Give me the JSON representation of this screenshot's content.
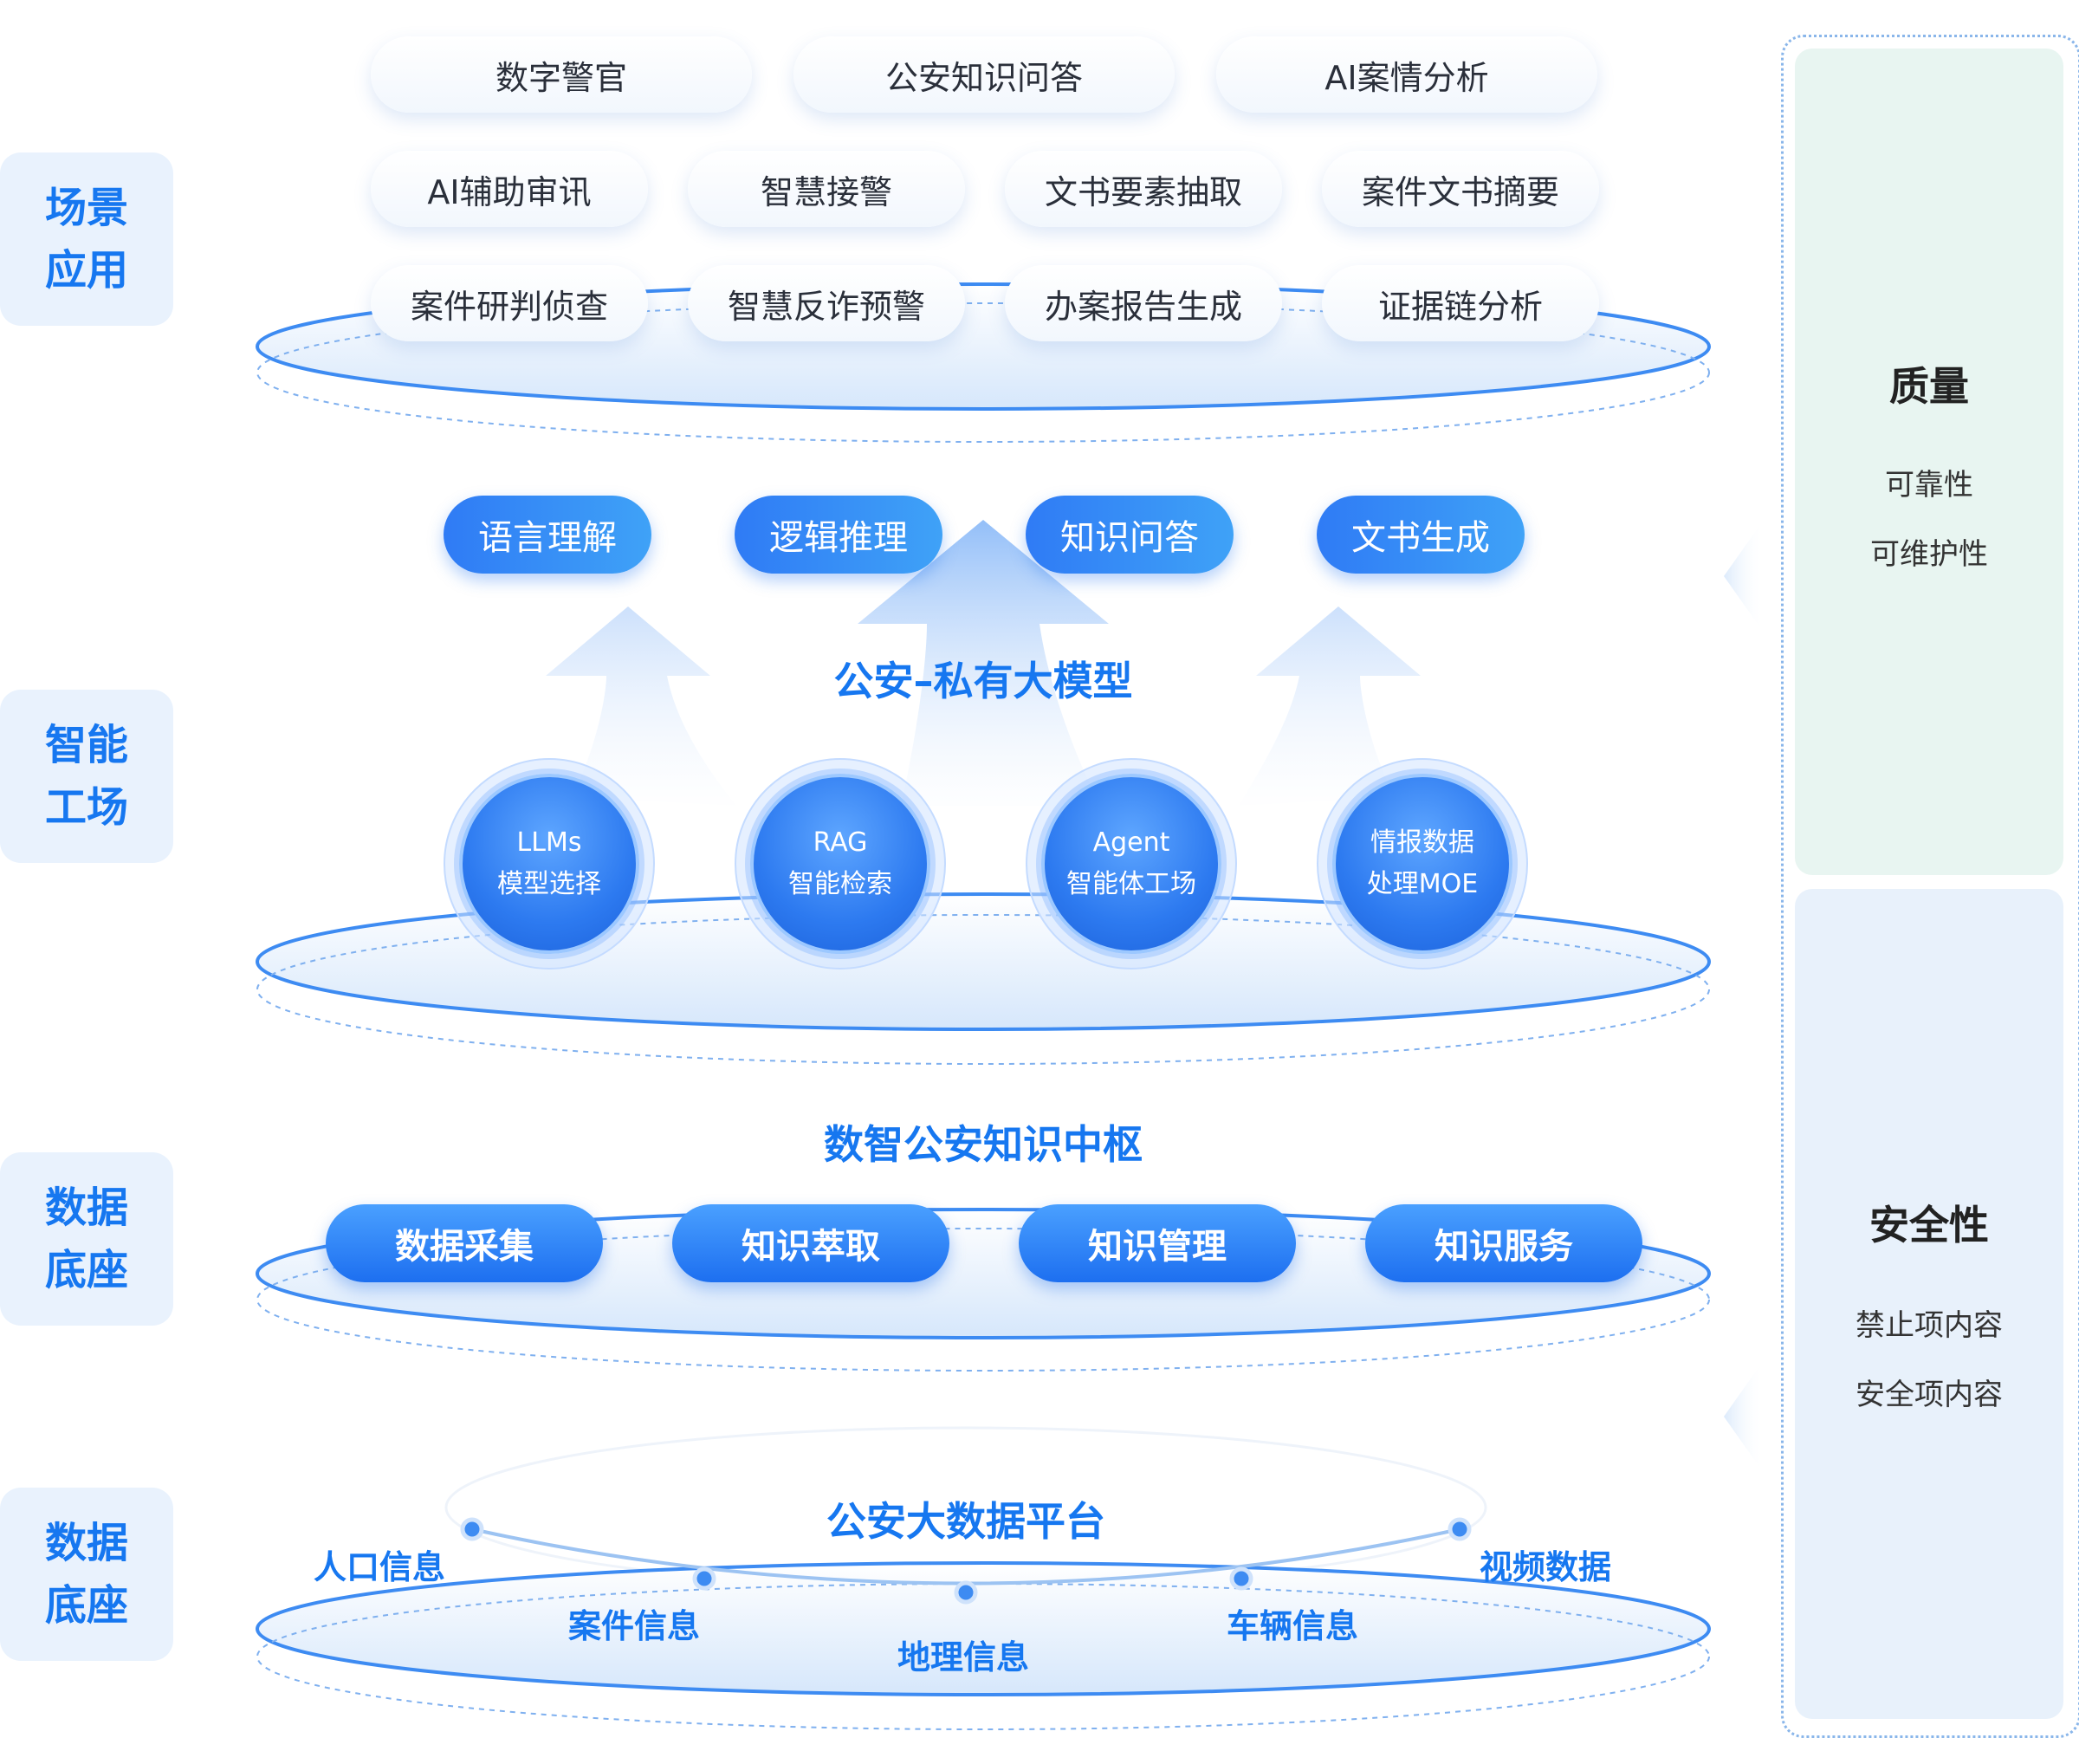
{
  "labels": {
    "scene": [
      "场景",
      "应用"
    ],
    "factory": [
      "智能",
      "工场"
    ],
    "data1": [
      "数据",
      "底座"
    ],
    "data2": [
      "数据",
      "底座"
    ]
  },
  "scene_apps": {
    "row1": [
      "数字警官",
      "公安知识问答",
      "AI案情分析"
    ],
    "row2": [
      "AI辅助审讯",
      "智慧接警",
      "文书要素抽取",
      "案件文书摘要"
    ],
    "row3": [
      "案件研判侦查",
      "智慧反诈预警",
      "办案报告生成",
      "证据链分析"
    ]
  },
  "capabilities": [
    "语言理解",
    "逻辑推理",
    "知识问答",
    "文书生成"
  ],
  "model_title": "公安–私有大模型",
  "modules": [
    {
      "line1": "LLMs",
      "line2": "模型选择"
    },
    {
      "line1": "RAG",
      "line2": "智能检索"
    },
    {
      "line1": "Agent",
      "line2": "智能体工场"
    },
    {
      "line1": "情报数据",
      "line2": "处理MOE"
    }
  ],
  "hub": {
    "title": "数智公安知识中枢",
    "items": [
      "数据采集",
      "知识萃取",
      "知识管理",
      "知识服务"
    ]
  },
  "platform": {
    "title": "公安大数据平台",
    "sources": [
      "人口信息",
      "案件信息",
      "地理信息",
      "车辆信息",
      "视频数据"
    ]
  },
  "quality": {
    "title": "质量",
    "items": [
      "可靠性",
      "可维护性"
    ]
  },
  "security": {
    "title": "安全性",
    "items": [
      "禁止项内容",
      "安全项内容"
    ]
  },
  "colors": {
    "accent": "#1677f0",
    "label_bg": "#e9f2fd",
    "quality_bg": "#e8f5f1",
    "security_bg": "#e8f1fb"
  }
}
